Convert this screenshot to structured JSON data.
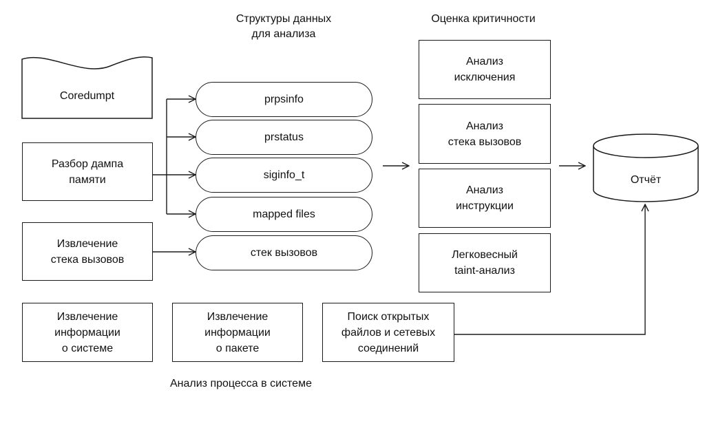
{
  "headings": {
    "data_structures": "Структуры данных\nдля анализа",
    "criticality": "Оценка критичности",
    "process_analysis": "Анализ процесса в системе"
  },
  "sources": {
    "coredump": "Coredumpt",
    "dump_parsing": "Разбор дампа\nпамяти",
    "stack_extraction": "Извлечение\nстека вызовов"
  },
  "structures": [
    "prpsinfo",
    "prstatus",
    "siginfo_t",
    "mapped files",
    "стек вызовов"
  ],
  "assessment": [
    "Анализ\nисключения",
    "Анализ\nстека вызовов",
    "Анализ\nинструкции",
    "Легковесный\ntaint-анализ"
  ],
  "process_boxes": [
    "Извлечение\nинформации\nо системе",
    "Извлечение\nинформации\nо пакете",
    "Поиск открытых\nфайлов и сетевых\nсоединений"
  ],
  "report": "Отчёт"
}
